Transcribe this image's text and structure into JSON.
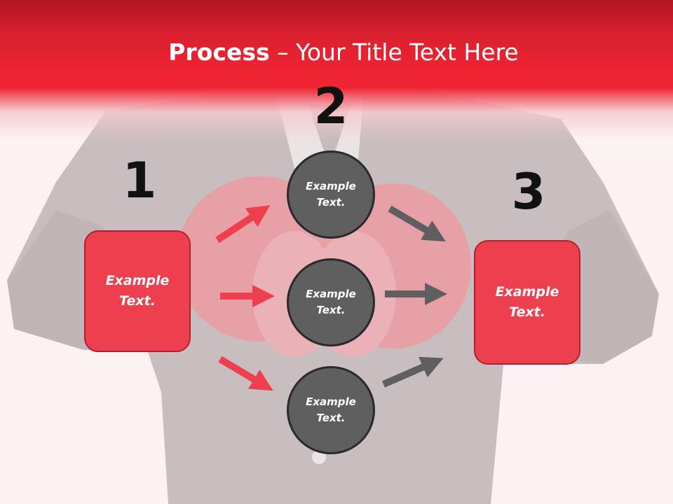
{
  "title": {
    "bold": "Process",
    "rest": " – Your Title Text Here"
  },
  "steps": {
    "one": "1",
    "two": "2",
    "three": "3"
  },
  "left_box": {
    "text": "Example\nText."
  },
  "right_box": {
    "text": "Example\nText."
  },
  "circles": [
    {
      "text": "Example\nText."
    },
    {
      "text": "Example\nText."
    },
    {
      "text": "Example\nText."
    }
  ],
  "colors": {
    "red": "#ee3f4e",
    "dark_red": "#b3202d",
    "grey": "#5f5f5f",
    "header": "#ee2433"
  }
}
